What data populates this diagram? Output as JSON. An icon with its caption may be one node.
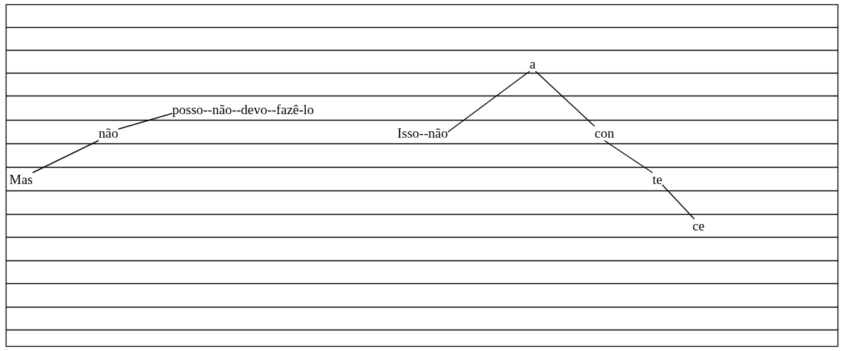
{
  "diagram": {
    "nodes": [
      {
        "text": [
          "Mas"
        ]
      },
      {
        "text": [
          "não"
        ]
      },
      {
        "text": [
          "posso--não--devo--fazê-lo"
        ]
      },
      {
        "text": [
          "Isso--não"
        ]
      },
      {
        "text": [
          "a"
        ]
      },
      {
        "text": [
          "con"
        ]
      },
      {
        "text": [
          "te"
        ]
      },
      {
        "text": [
          "ce"
        ]
      }
    ],
    "edges": [
      {
        "from": 0,
        "to": 1,
        "arrow": "none"
      },
      {
        "from": 1,
        "to": 2,
        "arrow": "none"
      },
      {
        "from": 4,
        "to": 3,
        "arrow": "none"
      },
      {
        "from": 4,
        "to": 5,
        "arrow": "none"
      },
      {
        "from": 5,
        "to": 6,
        "arrow": "none"
      },
      {
        "from": 6,
        "to": 7,
        "arrow": "none"
      }
    ]
  }
}
